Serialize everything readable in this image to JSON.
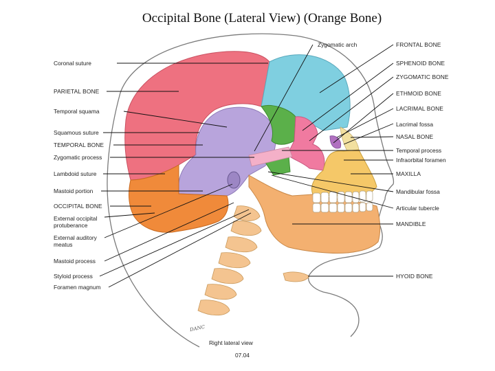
{
  "title": "Occipital Bone (Lateral View) (Orange Bone)",
  "left_labels": {
    "coronal_suture": "Coronal suture",
    "parietal_bone": "PARIETAL BONE",
    "temporal_squama": "Temporal squama",
    "squamous_suture": "Squamous suture",
    "temporal_bone": "TEMPORAL BONE",
    "zygomatic_process": "Zygomatic process",
    "lambdoid_suture": "Lambdoid suture",
    "mastoid_portion": "Mastoid portion",
    "occipital_bone": "OCCIPITAL BONE",
    "external_occipital_protuberance": "External occipital protuberance",
    "external_auditory_meatus": "External auditory meatus",
    "mastoid_process": "Mastoid process",
    "styloid_process": "Styloid process",
    "foramen_magnum": "Foramen magnum"
  },
  "right_labels": {
    "zygomatic_arch": "Zygomatic arch",
    "frontal_bone": "FRONTAL BONE",
    "sphenoid_bone": "SPHENOID BONE",
    "zygomatic_bone": "ZYGOMATIC BONE",
    "ethmoid_bone": "ETHMOID BONE",
    "lacrimal_bone": "LACRIMAL BONE",
    "lacrimal_fossa": "Lacrimal fossa",
    "nasal_bone": "NASAL BONE",
    "temporal_process": "Temporal process",
    "infraorbital_foramen": "Infraorbital foramen",
    "maxilla": "MAXILLA",
    "mandibular_fossa": "Mandibular fossa",
    "articular_tubercle": "Articular tubercle",
    "mandible": "MANDIBLE",
    "hyoid_bone": "HYOID BONE"
  },
  "caption": {
    "view": "Right lateral view",
    "figure": "07.04",
    "signature": "DANC"
  },
  "colors": {
    "parietal": "#ee7180",
    "temporal": "#b8a4dc",
    "occipital": "#f08a3a",
    "frontal": "#7fcfe0",
    "sphenoid": "#5bb04a",
    "zygomatic": "#f07aa0",
    "maxilla": "#f5c868",
    "mandible": "#f3b070",
    "nasal": "#f2e0a0",
    "ethmoid": "#b070c0",
    "vertebra": "#f4c490",
    "skin": "#7a7a7a"
  }
}
